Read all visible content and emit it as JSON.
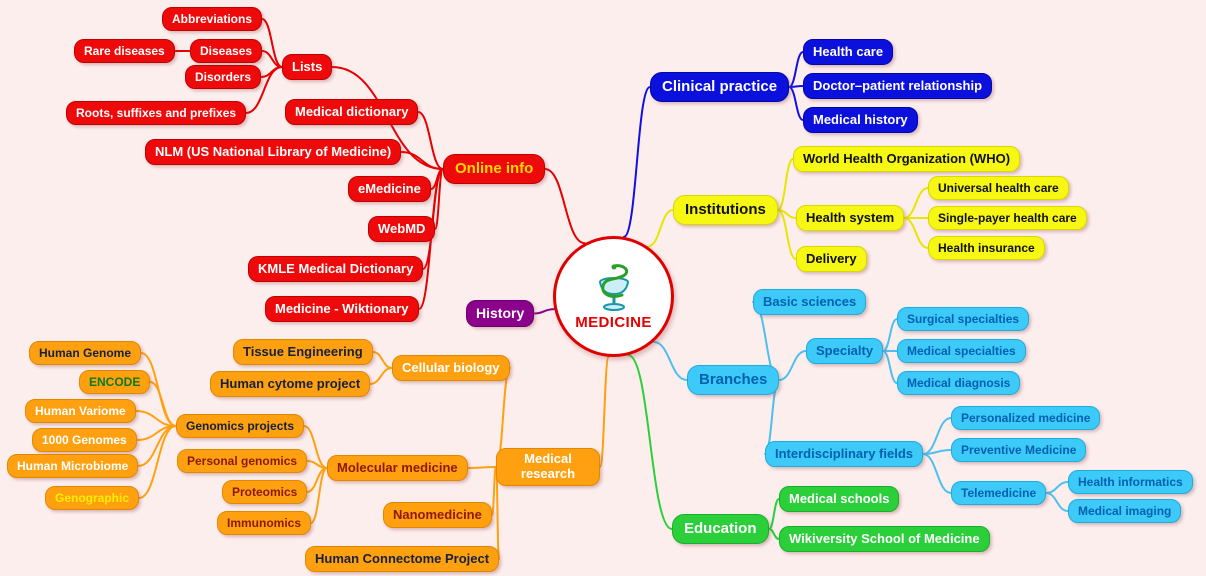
{
  "palette": {
    "background": "#fdeeee",
    "red": "#e60000",
    "purple": "#8b018b",
    "blue": "#1010e6",
    "yellow": "#e6e600",
    "cyan": "#4ebfee",
    "green": "#2bcf3a",
    "orange": "#ffa011",
    "center_text": "#e60000"
  },
  "mindmap": {
    "center": {
      "label": "MEDICINE",
      "icon": "bowl-of-hygieia"
    },
    "history": {
      "label": "History"
    },
    "online_info": {
      "label": "Online info",
      "lists": {
        "label": "Lists",
        "abbreviations": "Abbreviations",
        "diseases": "Diseases",
        "rare_diseases": "Rare diseases",
        "disorders": "Disorders",
        "roots_suffixes_prefixes": "Roots, suffixes and prefixes"
      },
      "medical_dictionary": "Medical dictionary",
      "nlm": "NLM (US National Library of Medicine)",
      "emedicine": "eMedicine",
      "webmd": "WebMD",
      "kmle": "KMLE Medical Dictionary",
      "wiktionary": "Medicine - Wiktionary"
    },
    "clinical_practice": {
      "label": "Clinical practice",
      "health_care": "Health care",
      "doctor_patient": "Doctor–patient relationship",
      "medical_history": "Medical history"
    },
    "institutions": {
      "label": "Institutions",
      "who": "World Health Organization (WHO)",
      "health_system": {
        "label": "Health system",
        "universal": "Universal health care",
        "single_payer": "Single-payer health care",
        "insurance": "Health insurance"
      },
      "delivery": "Delivery"
    },
    "branches": {
      "label": "Branches",
      "basic_sciences": "Basic sciences",
      "specialty": {
        "label": "Specialty",
        "surgical": "Surgical specialties",
        "medical": "Medical specialties",
        "diagnosis": "Medical diagnosis"
      },
      "interdisciplinary": {
        "label": "Interdisciplinary fields",
        "personalized": "Personalized medicine",
        "preventive": "Preventive Medicine",
        "telemedicine": {
          "label": "Telemedicine",
          "health_informatics": "Health informatics",
          "medical_imaging": "Medical imaging"
        }
      }
    },
    "education": {
      "label": "Education",
      "medical_schools": "Medical schools",
      "wikiversity": "Wikiversity School of Medicine"
    },
    "medical_research": {
      "label": "Medical research",
      "cellular_biology": {
        "label": "Cellular biology",
        "tissue_engineering": "Tissue Engineering",
        "human_cytome": "Human cytome project"
      },
      "molecular_medicine": {
        "label": "Molecular medicine",
        "genomics_projects": {
          "label": "Genomics projects",
          "human_genome": "Human Genome",
          "encode": "ENCODE",
          "human_variome": "Human Variome",
          "genomes_1000": "1000 Genomes",
          "human_microbiome": "Human Microbiome",
          "genographic": "Genographic"
        },
        "personal_genomics": "Personal genomics",
        "proteomics": "Proteomics",
        "immunomics": "Immunomics"
      },
      "nanomedicine": "Nanomedicine",
      "human_connectome": "Human Connectome Project"
    }
  }
}
